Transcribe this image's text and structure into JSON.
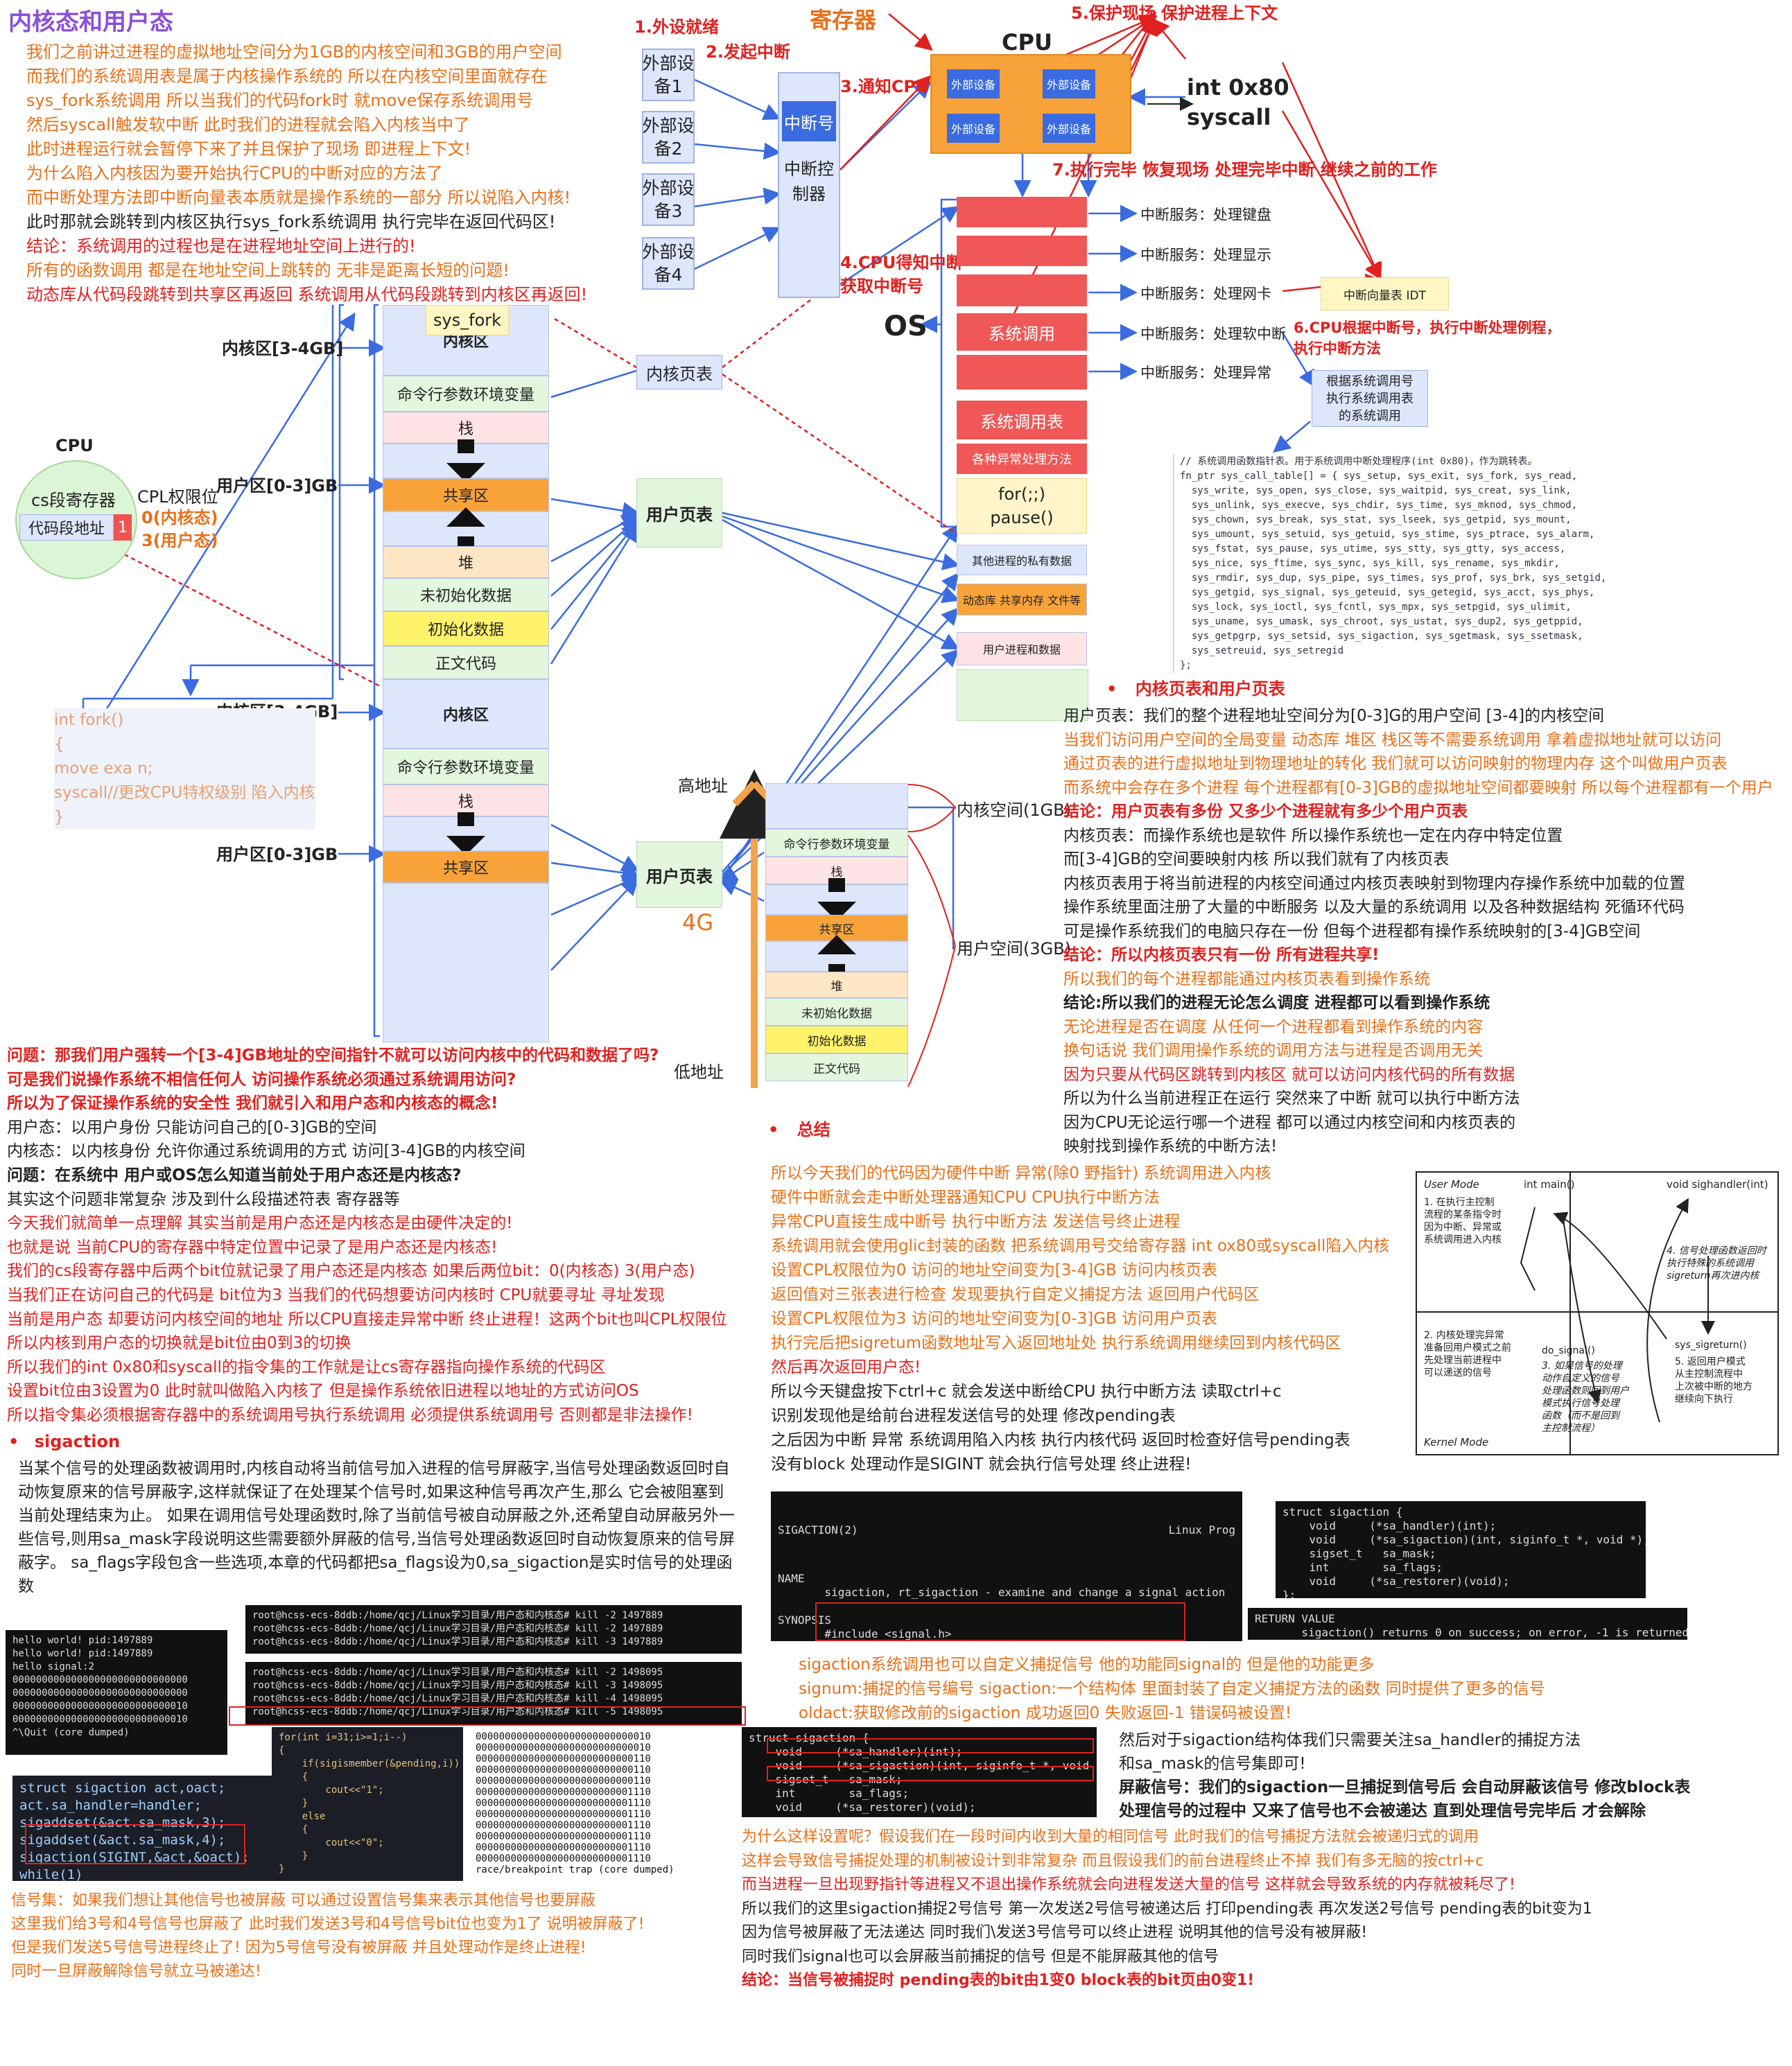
{
  "page_title": "内核态和用户态",
  "intro": [
    {
      "text": "我们之前讲过进程的虚拟地址空间分为1GB的内核空间和3GB的用户空间",
      "color": "orange"
    },
    {
      "text": "而我们的系统调用表是属于内核操作系统的 所以在内核空间里面就存在",
      "color": "orange"
    },
    {
      "text": "sys_fork系统调用 所以当我们的代码fork时 就move保存系统调用号",
      "color": "orange"
    },
    {
      "text": "然后syscall触发软中断 此时我们的进程就会陷入内核当中了",
      "color": "orange"
    },
    {
      "text": "此时进程运行就会暂停下来了并且保护了现场 即进程上下文!",
      "color": "orange"
    },
    {
      "text": "为什么陷入内核因为要开始执行CPU的中断对应的方法了",
      "color": "orange"
    },
    {
      "text": "而中断处理方法即中断向量表本质就是操作系统的一部分 所以说陷入内核!",
      "color": "orange"
    },
    {
      "text": "此时那就会跳转到内核区执行sys_fork系统调用 执行完毕在返回代码区!",
      "color": "dark"
    },
    {
      "text": "结论：系统调用的过程也是在进程地址空间上进行的!",
      "color": "red"
    },
    {
      "text": "所有的函数调用 都是在地址空间上跳转的 无非是距离长短的问题!",
      "color": "orange"
    },
    {
      "text": " 动态库从代码段跳转到共享区再返回 系统调用从代码段跳转到内核区再返回!",
      "color": "red"
    }
  ],
  "top_diagram": {
    "step1": "1.外设就绪",
    "step2": "2.发起中断",
    "step3": "3.通知CPU",
    "step4": "4.CPU得知中断\n获取中断号",
    "step5": "5.保护现场 保护进程上下文",
    "step6": "6.CPU根据中断号，执行中断处理例程，\n执行中断方法",
    "step7": "7.执行完毕 恢复现场 处理完毕中断 继续之前的工作",
    "register_label": "寄存器",
    "cpu_label": "CPU",
    "int_label": "int 0x80\nsyscall",
    "os_label": "OS",
    "devices": [
      "外部设\n备1",
      "外部设\n备2",
      "外部设\n备3",
      "外部设\n备4"
    ],
    "interrupt_number": "中断号",
    "interrupt_controller": "中断控\n制器",
    "cpu_cells": [
      "外部设备",
      "外部设备",
      "外部设备",
      "外部设备"
    ],
    "os_stack": [
      "",
      "",
      "",
      "系统调用",
      "",
      "系统调用表",
      "各种异常处理方法"
    ],
    "for_pause": "for(;;)\npause()",
    "services": [
      "中断服务：处理键盘",
      "中断服务：处理显示",
      "中断服务：处理网卡",
      "中断服务：处理软中断",
      "中断服务：处理异常"
    ],
    "idt_label": "中断向量表 IDT",
    "lookup_label": "根据系统调用号\n执行系统调用表\n的系统调用",
    "right_stack": [
      "其他进程的私有数据",
      "动态库 共享内存 文件等",
      "用户进程和数据"
    ]
  },
  "syscall_table_code": "// 系统调用函数指针表。用于系统调用中断处理程序(int 0x80)，作为跳转表。\nfn_ptr sys_call_table[] = { sys_setup, sys_exit, sys_fork, sys_read,\n  sys_write, sys_open, sys_close, sys_waitpid, sys_creat, sys_link,\n  sys_unlink, sys_execve, sys_chdir, sys_time, sys_mknod, sys_chmod,\n  sys_chown, sys_break, sys_stat, sys_lseek, sys_getpid, sys_mount,\n  sys_umount, sys_setuid, sys_getuid, sys_stime, sys_ptrace, sys_alarm,\n  sys_fstat, sys_pause, sys_utime, sys_stty, sys_gtty, sys_access,\n  sys_nice, sys_ftime, sys_sync, sys_kill, sys_rename, sys_mkdir,\n  sys_rmdir, sys_dup, sys_pipe, sys_times, sys_prof, sys_brk, sys_setgid,\n  sys_getgid, sys_signal, sys_geteuid, sys_getegid, sys_acct, sys_phys,\n  sys_lock, sys_ioctl, sys_fcntl, sys_mpx, sys_setpgid, sys_ulimit,\n  sys_uname, sys_umask, sys_chroot, sys_ustat, sys_dup2, sys_getppid,\n  sys_getpgrp, sys_setsid, sys_sigaction, sys_sgetmask, sys_ssetmask,\n  sys_setreuid, sys_setregid\n};",
  "left_diagram": {
    "sys_fork": "sys_fork",
    "kernel_region_label": "内核区[3-4GB]",
    "user_region_label": "用户区[0-3]GB",
    "stack1": [
      "内核区",
      "命令行参数环境变量",
      "栈",
      "",
      "共享区",
      "",
      "堆",
      "未初始化数据",
      "初始化数据",
      "正文代码"
    ],
    "stack2": [
      "内核区",
      "命令行参数环境变量",
      "栈",
      "",
      "共享区"
    ],
    "kernel_page_table": "内核页表",
    "user_page_table": "用户页表",
    "cpu_title": "CPU",
    "cs_register": "cs段寄存器",
    "code_seg_addr": "代码段地址",
    "cpl_value": "1",
    "cpl_label": "CPL权限位",
    "cpl_0": "0(内核态)",
    "cpl_3": "3(用户态)",
    "fork_code": [
      "int fork()",
      "{",
      "move exa n;",
      "syscall//更改CPU特权级别 陷入内核",
      "}"
    ]
  },
  "mid_diagram": {
    "high_addr": "高地址",
    "low_addr": "低地址",
    "size_4g": "4G",
    "stack": [
      "",
      "命令行参数环境变量",
      "栈",
      "",
      "共享区",
      "",
      "堆",
      "未初始化数据",
      "初始化数据",
      "正文代码"
    ],
    "user_page_table": "用户页表",
    "kernel_space": "内核空间(1GB)",
    "user_space": "用户空间(3GB)"
  },
  "right_text": {
    "bullet": "内核页表和用户页表",
    "lines": [
      {
        "text": "用户页表：我们的整个进程地址空间分为[0-3]G的用户空间 [3-4]的内核空间",
        "color": "mix1"
      },
      {
        "text": "当我们访问用户空间的全局变量 动态库 堆区 栈区等不需要系统调用 拿着虚拟地址就可以访问",
        "color": "orange"
      },
      {
        "text": "通过页表的进行虚拟地址到物理地址的转化 我们就可以访问映射的物理内存 这个叫做用户页表",
        "color": "orange"
      },
      {
        "text": "而系统中会存在多个进程 每个进程都有[0-3]GB的虚拟地址空间都要映射 所以每个进程都有一个用户",
        "color": "orange"
      },
      {
        "text": "结论：用户页表有多份 又多少个进程就有多少个用户页表",
        "color": "redbold"
      },
      {
        "text": "内核页表：而操作系统也是软件 所以操作系统也一定在内存中特定位置",
        "color": "dark"
      },
      {
        "text": "而[3-4]GB的空间要映射内核 所以我们就有了内核页表",
        "color": "dark"
      },
      {
        "text": "内核页表用于将当前进程的内核空间通过内核页表映射到物理内存操作系统中加载的位置",
        "color": "dark"
      },
      {
        "text": "操作系统里面注册了大量的中断服务 以及大量的系统调用 以及各种数据结构 死循环代码",
        "color": "dark"
      },
      {
        "text": "可是操作系统我们的电脑只存在一份 但每个进程都有操作系统映射的[3-4]GB空间",
        "color": "dark"
      },
      {
        "text": "结论：所以内核页表只有一份 所有进程共享!",
        "color": "redbold"
      },
      {
        "text": "所以我们的每个进程都能通过内核页表看到操作系统",
        "color": "orange"
      },
      {
        "text": "结论:所以我们的进程无论怎么调度 进程都可以看到操作系统",
        "color": "darkbold"
      },
      {
        "text": "无论进程是否在调度 从任何一个进程都看到操作系统的内容",
        "color": "orange"
      },
      {
        "text": "换句话说 我们调用操作系统的调用方法与进程是否调用无关",
        "color": "orange"
      },
      {
        "text": "因为只要从代码区跳转到内核区 就可以访问内核代码的所有数据",
        "color": "red"
      },
      {
        "text": "所以为什么当前进程正在运行 突然来了中断 就可以执行中断方法",
        "color": "dark"
      },
      {
        "text": "因为CPU无论运行哪一个进程 都可以通过内核空间和内核页表的",
        "color": "dark"
      },
      {
        "text": "映射找到操作系统的中断方法!",
        "color": "dark"
      }
    ]
  },
  "left_text": [
    {
      "text": "问题：那我们用户强转一个[3-4]GB地址的空间指针不就可以访问内核中的代码和数据了吗?",
      "color": "redbold"
    },
    {
      "text": "      可是我们说操作系统不相信任何人 访问操作系统必须通过系统调用访问?",
      "color": "redbold"
    },
    {
      "text": "所以为了保证操作系统的安全性 我们就引入和用户态和内核态的概念!",
      "color": "redbold"
    },
    {
      "text": "用户态：以用户身份 只能访问自己的[0-3]GB的空间",
      "color": "dark"
    },
    {
      "text": "内核态：以内核身份 允许你通过系统调用的方式 访问[3-4]GB的内核空间",
      "color": "dark"
    },
    {
      "text": "问题：在系统中 用户或OS怎么知道当前处于用户态还是内核态?",
      "color": "darkbold"
    },
    {
      "text": "其实这个问题非常复杂 涉及到什么段描述符表 寄存器等",
      "color": "dark"
    },
    {
      "text": "今天我们就简单一点理解 其实当前是用户态还是内核态是由硬件决定的!",
      "color": "red"
    },
    {
      "text": "也就是说 当前CPU的寄存器中特定位置中记录了是用户态还是内核态!",
      "color": "red"
    },
    {
      "text": "我们的cs段寄存器中后两个bit位就记录了用户态还是内核态 如果后两位bit：0(内核态) 3(用户态)",
      "color": "red"
    },
    {
      "text": "当我们正在访问自己的代码是 bit位为3 当我们的代码想要访问内核时 CPU就要寻址 寻址发现",
      "color": "red"
    },
    {
      "text": "当前是用户态 却要访问内核空间的地址 所以CPU直接走异常中断 终止进程！这两个bit也叫CPL权限位",
      "color": "red"
    },
    {
      "text": "所以内核到用户态的切换就是bit位由0到3的切换",
      "color": "red"
    },
    {
      "text": "所以我们的int 0x80和syscall的指令集的工作就是让cs寄存器指向操作系统的代码区",
      "color": "red"
    },
    {
      "text": "设置bit位由3设置为0 此时就叫做陷入内核了 但是操作系统依旧进程以地址的方式访问OS",
      "color": "red"
    },
    {
      "text": "所以指令集必须根据寄存器中的系统调用号执行系统调用 必须提供系统调用号 否则都是非法操作!",
      "color": "red"
    }
  ],
  "summary": {
    "bullet": "总结",
    "lines": [
      {
        "text": "所以今天我们的代码因为硬件中断 异常(除0 野指针) 系统调用进入内核",
        "color": "orange"
      },
      {
        "text": "硬件中断就会走中断处理器通知CPU CPU执行中断方法",
        "color": "orange"
      },
      {
        "text": "异常CPU直接生成中断号 执行中断方法 发送信号终止进程",
        "color": "orange"
      },
      {
        "text": "系统调用就会使用glic封装的函数 把系统调用号交给寄存器 int ox80或syscall陷入内核",
        "color": "orange"
      },
      {
        "text": "设置CPL权限位为0 访问的地址空间变为[3-4]GB 访问内核页表",
        "color": "orange"
      },
      {
        "text": "返回值对三张表进行检查 发现要执行自定义捕捉方法 返回用户代码区",
        "color": "orange"
      },
      {
        "text": "设置CPL权限位为3 访问的地址空间变为[0-3]GB 访问用户页表",
        "color": "orange"
      },
      {
        "text": "执行完后把sigretum函数地址写入返回地址处 执行系统调用继续回到内核代码区",
        "color": "orange"
      },
      {
        "text": "然后再次返回用户态!",
        "color": "red"
      },
      {
        "text": "所以今天键盘按下ctrl+c 就会发送中断给CPU 执行中断方法 读取ctrl+c",
        "color": "dark"
      },
      {
        "text": "识别发现他是给前台进程发送信号的处理 修改pending表",
        "color": "dark"
      },
      {
        "text": "之后因为中断 异常 系统调用陷入内核 执行内核代码 返回时检查好信号pending表",
        "color": "dark"
      },
      {
        "text": "没有block 处理动作是SIGINT 就会执行信号处理 终止进程!",
        "color": "dark"
      }
    ]
  },
  "sig_diagram": {
    "user_mode": "User Mode",
    "kernel_mode": "Kernel Mode",
    "int_main": "int main()",
    "handler": "void sighandler(int)",
    "step1": "1. 在执行主控制\n流程的某条指令时\n因为中断、异常或\n系统调用进入内核",
    "step2": "2. 内核处理完异常\n准备回用户模式之前\n先处理当前进程中\n可以递送的信号",
    "step3": "3. 如果信号的处理\n动作自定义的信号\n处理函数则回到用户\n模式执行信号处理\n函数（而不是回到\n主控制流程）",
    "step4": "4. 信号处理函数返回时\n执行特殊的系统调用\nsigreturn再次进内核",
    "step5": "5. 返回用户模式\n从主控制流程中\n上次被中断的地方\n继续向下执行",
    "do_signal": "do_signal()",
    "sys_sigreturn": "sys_sigreturn()"
  },
  "sigaction": {
    "bullet": "sigaction",
    "para": [
      "当某个信号的处理函数被调用时,内核自动将当前信号加入进程的信号屏蔽字,当信号处理函数返回时自",
      "动恢复原来的信号屏蔽字,这样就保证了在处理某个信号时,如果这种信号再次产生,那么 它会被阻塞到",
      "当前处理结束为止。 如果在调用信号处理函数时,除了当前信号被自动屏蔽之外,还希望自动屏蔽另外一",
      "些信号,则用sa_mask字段说明这些需要额外屏蔽的信号,当信号处理函数返回时自动恢复原来的信号屏",
      "蔽字。 sa_flags字段包含一些选项,本章的代码都把sa_flags设为0,sa_sigaction是实时信号的处理函",
      "数"
    ],
    "man_title_left": "SIGACTION(2)",
    "man_title_right": "Linux Prog",
    "man_body": "NAME\n       sigaction, rt_sigaction - examine and change a signal action\n\nSYNOPSIS\n       #include <signal.h>\n\n       int sigaction(int signum, const struct sigaction *act,\n                     struct sigaction *oldact);",
    "struct_code": "struct sigaction {\n    void     (*sa_handler)(int);\n    void     (*sa_sigaction)(int, siginfo_t *, void *);\n    sigset_t   sa_mask;\n    int        sa_flags;\n    void     (*sa_restorer)(void);\n};",
    "return_code": "RETURN VALUE\n       sigaction() returns 0 on success; on error, -1 is returned,",
    "explain": [
      {
        "text": "sigaction系统调用也可以自定义捕捉信号 他的功能同signal的 但是他的功能更多",
        "color": "orange"
      },
      {
        "text": "signum:捕捉的信号编号 sigaction:一个结构体 里面封装了自定义捕捉方法的函数 同时提供了更多的信号",
        "color": "orange"
      },
      {
        "text": "oldact:获取修改前的sigaction 成功返回0 失败返回-1 错误码被设置!",
        "color": "orange"
      }
    ],
    "struct_small": "struct sigaction {\n    void     (*sa_handler)(int);\n    void     (*sa_sigaction)(int, siginfo_t *, void *);\n    sigset_t   sa_mask;\n    int        sa_flags;\n    void     (*sa_restorer)(void);",
    "struct_explain": [
      {
        "text": "然后对于sigaction结构体我们只需要关注sa_handler的捕捉方法",
        "color": "dark"
      },
      {
        "text": "和sa_mask的信号集即可!",
        "color": "dark"
      },
      {
        "text": "屏蔽信号：我们的sigaction一旦捕捉到信号后 会自动屏蔽该信号 修改block表",
        "color": "darkbold"
      },
      {
        "text": "处理信号的过程中 又来了信号也不会被递达 直到处理信号完毕后 才会解除",
        "color": "darkbold"
      }
    ],
    "why": [
      {
        "text": "为什么这样设置呢？假设我们在一段时间内收到大量的相同信号 此时我们的信号捕捉方法就会被递归式的调用",
        "color": "orange"
      },
      {
        "text": "这样会导致信号捕捉处理的机制被设计到非常复杂 而且假设我们的前台进程终止不掉 我们有多无脑的按ctrl+c",
        "color": "orange"
      },
      {
        "text": "而当进程一旦出现野指针等进程又不退出操作系统就会向进程发送大量的信号 这样就会导致系统的内存就被耗尽了!",
        "color": "red"
      },
      {
        "text": "所以我们的这里sigaction捕捉2号信号 第一次发送2号信号被递达后 打印pending表 再次发送2号信号 pending表的bit变为1",
        "color": "dark"
      },
      {
        "text": "因为信号被屏蔽了无法递达 同时我们\\发送3号信号可以终止进程 说明其他的信号没有被屏蔽!",
        "color": "dark"
      },
      {
        "text": " 同时我们signal也可以会屏蔽当前捕捉的信号 但是不能屏蔽其他的信号",
        "color": "dark"
      },
      {
        "text": " 结论：当信号被捕捉时 pending表的bit由1变0 block表的bit页由0变1!",
        "color": "redbold"
      }
    ],
    "term1": "hello world! pid:1497889\nhello world! pid:1497889\nhello signal:2\n000000000000000000000000000000\n000000000000000000000000000000\n000000000000000000000000000010\n000000000000000000000000000010\n^\\Quit (core dumped)",
    "term2": "root@hcss-ecs-8ddb:/home/qcj/Linux学习目录/用户态和内核态# kill -2 1497889\nroot@hcss-ecs-8ddb:/home/qcj/Linux学习目录/用户态和内核态# kill -2 1497889\nroot@hcss-ecs-8ddb:/home/qcj/Linux学习目录/用户态和内核态# kill -3 1497889",
    "term3": "root@hcss-ecs-8ddb:/home/qcj/Linux学习目录/用户态和内核态# kill -2 1498095\nroot@hcss-ecs-8ddb:/home/qcj/Linux学习目录/用户态和内核态# kill -3 1498095\nroot@hcss-ecs-8ddb:/home/qcj/Linux学习目录/用户态和内核态# kill -4 1498095\nroot@hcss-ecs-8ddb:/home/qcj/Linux学习目录/用户态和内核态# kill -5 1498095",
    "code_set": "struct sigaction act,oact;\nact.sa_handler=handler;\nsigaddset(&act.sa_mask,3);\nsigaddset(&act.sa_mask,4);\nsigaction(SIGINT,&act,&oact);\nwhile(1)",
    "code_loop": "for(int i=31;i>=1;i--)\n{\n    if(sigismember(&pending,i))\n    {\n        cout<<\"1\";\n    }\n    else\n    {\n        cout<<\"0\";\n    }\n}",
    "term4": "000000000000000000000000000010\n000000000000000000000000000010\n000000000000000000000000000110\n000000000000000000000000000110\n000000000000000000000000000110\n000000000000000000000000001110\n000000000000000000000000001110\n000000000000000000000000001110\n000000000000000000000000001110\n000000000000000000000000001110\n000000000000000000000000001110\n000000000000000000000000001110\nrace/breakpoint trap (core dumped)",
    "bottom_left": [
      {
        "text": "信号集：如果我们想让其他信号也被屏蔽 可以通过设置信号集来表示其他信号也要屏蔽",
        "color": "orange"
      },
      {
        "text": "这里我们给3号和4号信号也屏蔽了 此时我们发送3号和4号信号bit位也变为1了 说明被屏蔽了!",
        "color": "orange"
      },
      {
        "text": "但是我们发送5号信号进程终止了! 因为5号信号没有被屏蔽 并且处理动作是终止进程!",
        "color": "orange"
      },
      {
        "text": "同时一旦屏蔽解除信号就立马被递达!",
        "color": "orange"
      }
    ]
  }
}
